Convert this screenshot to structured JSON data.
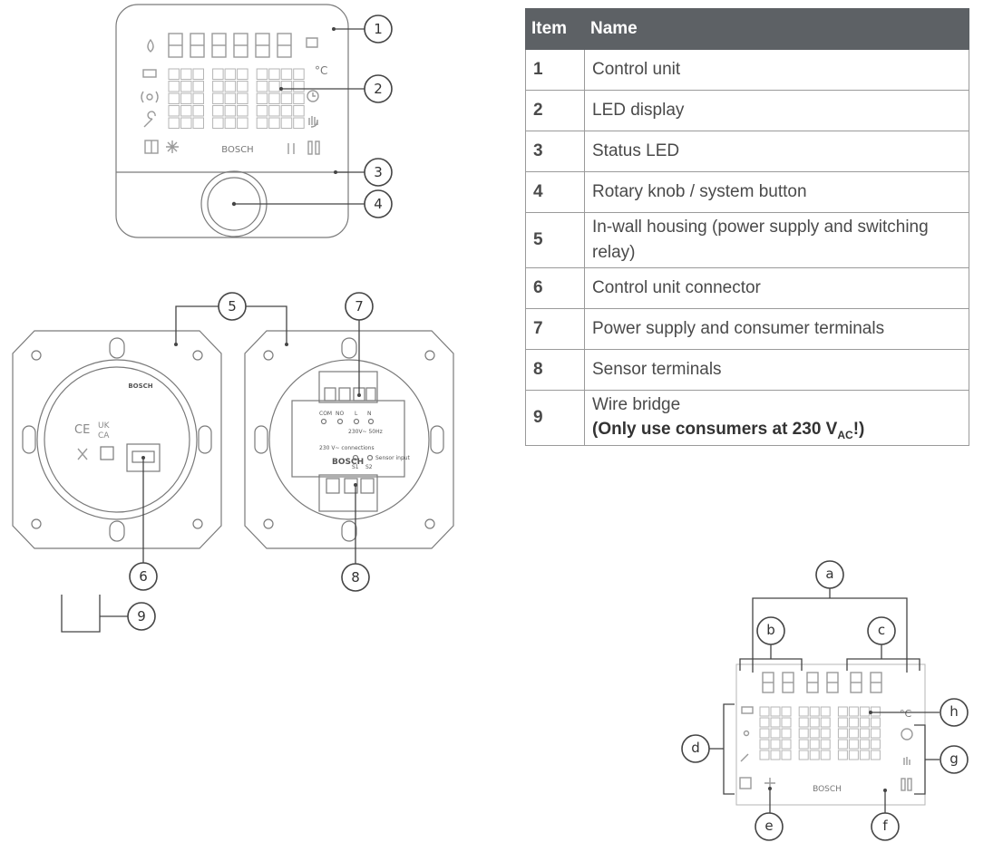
{
  "table": {
    "header_item": "Item",
    "header_name": "Name",
    "rows": [
      {
        "item": "1",
        "name": "Control unit"
      },
      {
        "item": "2",
        "name": "LED display"
      },
      {
        "item": "3",
        "name": "Status LED"
      },
      {
        "item": "4",
        "name": "Rotary knob / system button"
      },
      {
        "item": "5",
        "name": "In-wall housing (power supply and switching relay)"
      },
      {
        "item": "6",
        "name": "Control unit connector"
      },
      {
        "item": "7",
        "name": "Power supply and consumer terminals"
      },
      {
        "item": "8",
        "name": "Sensor terminals"
      },
      {
        "item": "9",
        "name": "Wire bridge",
        "note_prefix": "(Only use consumers at 230 V",
        "note_sub": "AC",
        "note_suffix": "!)"
      }
    ]
  },
  "callouts": {
    "numbers": [
      "1",
      "2",
      "3",
      "4",
      "5",
      "6",
      "7",
      "8",
      "9"
    ],
    "letters": [
      "a",
      "b",
      "c",
      "d",
      "e",
      "f",
      "g",
      "h"
    ]
  },
  "device": {
    "brand": "BOSCH",
    "unit": "°C",
    "terminal_labels": [
      "COM",
      "NO",
      "L",
      "N"
    ],
    "voltage": "230V~ 50Hz",
    "connection_note": "230 V~ connections",
    "sensor_labels": [
      "S1",
      "S2"
    ],
    "sensor_note": "Sensor input",
    "marks": [
      "CE",
      "UK",
      "CA"
    ]
  }
}
